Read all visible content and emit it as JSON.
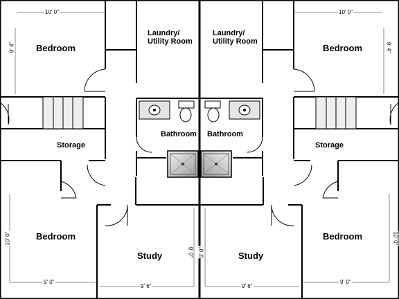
{
  "plan": {
    "left": {
      "bedroom_top": "Bedroom",
      "laundry_line1": "Laundry/",
      "laundry_line2": "Utility Room",
      "bathroom": "Bathroom",
      "storage": "Storage",
      "bedroom_bottom": "Bedroom",
      "study": "Study",
      "dim_bed_top_width": "10' 0\"",
      "dim_bed_top_height": "9' 4\"",
      "dim_bed_bottom_height": "10' 0\"",
      "dim_bed_bottom_width": "9' 0\"",
      "dim_study_height": "9' 0\"",
      "dim_study_width": "9' 6\""
    },
    "right": {
      "bedroom_top": "Bedroom",
      "laundry_line1": "Laundry/",
      "laundry_line2": "Utility Room",
      "bathroom": "Bathroom",
      "storage": "Storage",
      "bedroom_bottom": "Bedroom",
      "study": "Study",
      "dim_bed_top_width": "10' 0\"",
      "dim_bed_top_height": "9' 4\"",
      "dim_bed_bottom_height": "10' 0\"",
      "dim_bed_bottom_width": "9' 0\"",
      "dim_study_height": "9' 0\"",
      "dim_study_width": "9' 6\""
    }
  },
  "colors": {
    "wall": "#000000",
    "fixture_fill": "#d8d8d8",
    "stair_fill": "#e6e6e6",
    "dimension": "#1a1a80"
  }
}
